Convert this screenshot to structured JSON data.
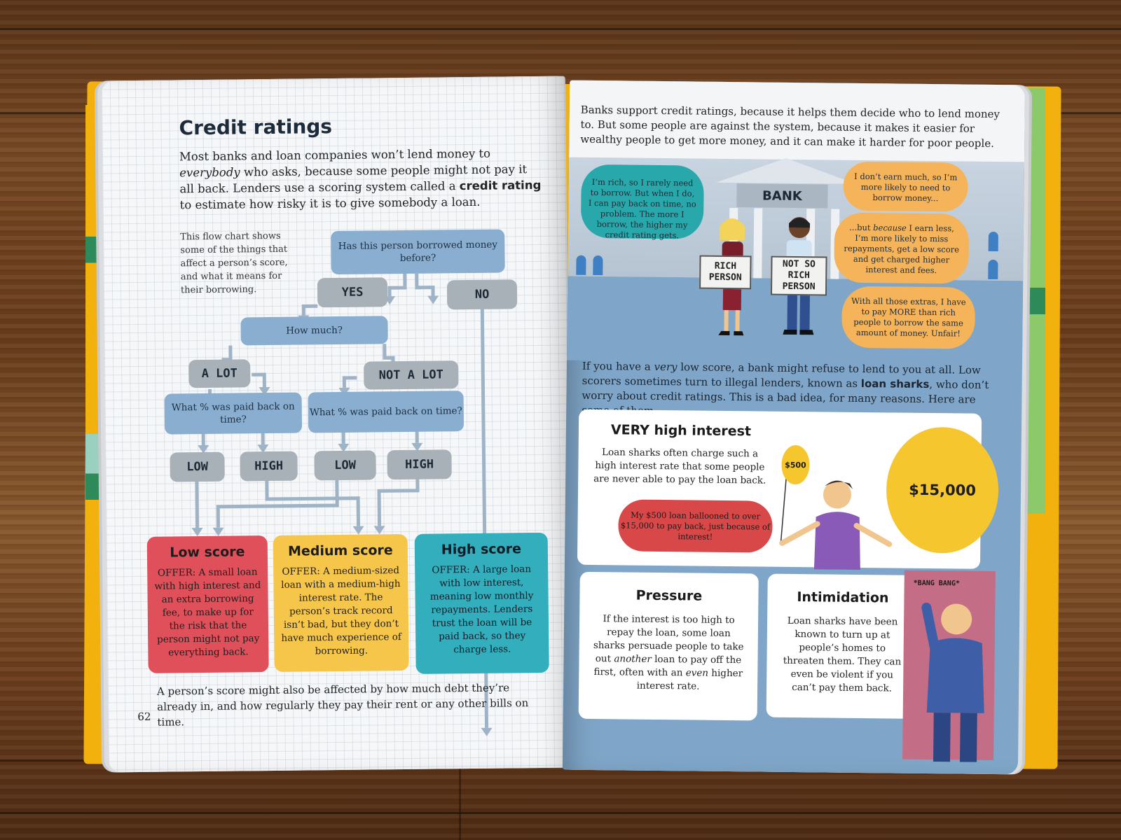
{
  "left_page": {
    "title": "Credit ratings",
    "intro_1": "Most banks and loan companies won’t lend money to ",
    "intro_em": "everybody",
    "intro_2": " who asks, because some people might not pay it all back. Lenders use a scoring system called a ",
    "intro_bold": "credit rating",
    "intro_3": " to estimate how risky it is to give somebody a loan.",
    "flow_note": "This flow chart shows some of the things that affect a person’s score, and what it means for their borrowing.",
    "flow": {
      "q1": "Has this person borrowed money before?",
      "yes": "YES",
      "no": "NO",
      "q2": "How much?",
      "a_lot": "A LOT",
      "not_a_lot": "NOT A LOT",
      "q3a": "What % was paid back on time?",
      "q3b": "What % was paid back on time?",
      "low1": "LOW",
      "high1": "HIGH",
      "low2": "LOW",
      "high2": "HIGH"
    },
    "outcomes": {
      "low": {
        "heading": "Low score",
        "text": "OFFER: A small loan with high interest and an extra borrowing fee, to make up for the risk that the person might not pay everything back."
      },
      "medium": {
        "heading": "Medium score",
        "text": "OFFER: A medium-sized loan with a medium-high interest rate. The person’s track record isn’t bad, but they don’t have much experience of borrowing."
      },
      "high": {
        "heading": "High score",
        "text": "OFFER: A large loan with low interest, meaning low monthly repayments. Lenders trust the loan will be paid back, so they charge less."
      }
    },
    "footnote": "A person’s score might also be affected by how much debt they’re already in, and how regularly they pay their rent or any other bills on time.",
    "page_number": "62",
    "colors": {
      "flow_blue": "#8aaed0",
      "tag_grey": "#a8b1b8",
      "low_red": "#e0505a",
      "medium_yellow": "#f6c64a",
      "high_teal": "#33aebc"
    }
  },
  "right_page": {
    "intro": "Banks support credit ratings, because it helps them decide who to lend money to. But some people are against the system, because it makes it easier for wealthy people to get more money, and it can make it harder for poor people.",
    "bank_sign": "BANK",
    "rich_bubble": "I’m rich, so I rarely need to borrow. But when I do, I can pay back on time, no problem. The more I borrow, the higher my credit rating gets.",
    "poor_bubble_1": "I don’t earn much, so I’m more likely to need to borrow money...",
    "poor_bubble_2_pre": "...but ",
    "poor_bubble_2_em": "because",
    "poor_bubble_2_post": " I earn less, I’m more likely to miss repayments, get a low score and get charged higher interest and fees.",
    "poor_bubble_3": "With all those extras, I have to pay MORE than rich people to borrow the same amount of money. Unfair!",
    "rich_sign": "RICH PERSON",
    "poor_sign": "NOT SO RICH PERSON",
    "mid_1": "If you have a ",
    "mid_em": "very",
    "mid_2": " low score, a bank might refuse to lend to you at all. Low scorers sometimes turn to illegal lenders, known as ",
    "mid_bold": "loan sharks",
    "mid_3": ", who don’t worry about credit ratings. This is a bad idea, for many reasons. Here are some of them.",
    "interest_card": {
      "heading": "VERY high interest",
      "text": "Loan sharks often charge such a high interest rate that some people are never able to pay the loan back.",
      "small_balloon": "$500",
      "big_balloon": "$15,000",
      "speech": "My $500 loan ballooned to over $15,000 to pay back, just because of interest!"
    },
    "pressure_card": {
      "heading": "Pressure",
      "text_1": "If the interest is too high to repay the loan, some loan sharks persuade people to take out ",
      "text_em1": "another",
      "text_2": " loan to pay off the first, often with an ",
      "text_em2": "even",
      "text_3": " higher interest rate."
    },
    "intimidation_card": {
      "heading": "Intimidation",
      "text": "Loan sharks have been known to turn up at people’s homes to threaten them. They can even be violent if you can’t pay them back.",
      "door_sound": "*BANG BANG*"
    },
    "colors": {
      "page_blue": "#7fa6c8",
      "teal_bubble": "#28a8aa",
      "orange_bubble": "#f5b35a",
      "balloon_yellow": "#f6c62e",
      "speech_red": "#d84848"
    }
  }
}
